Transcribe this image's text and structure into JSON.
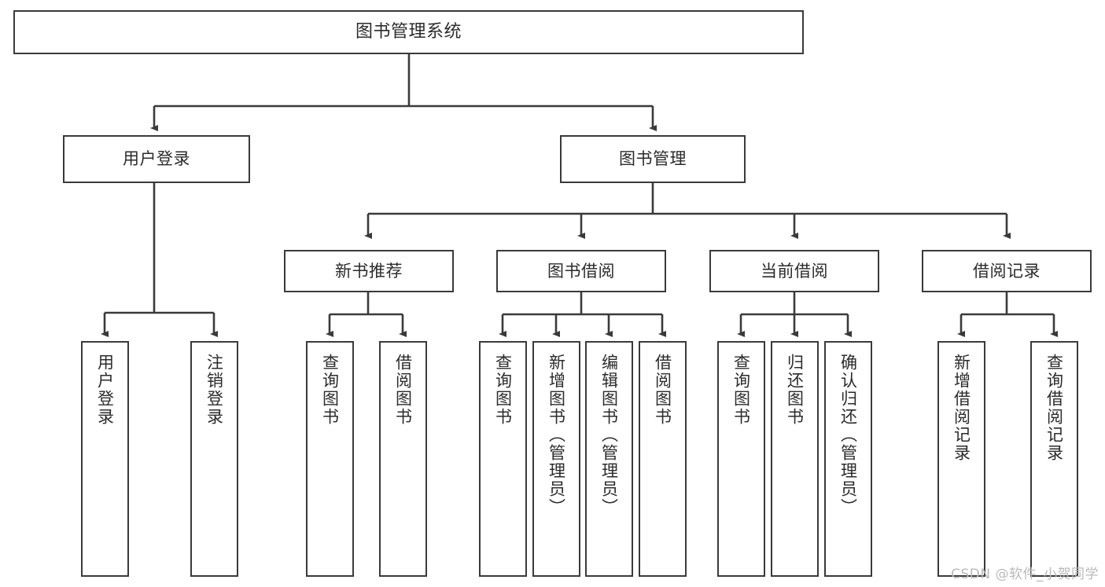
{
  "diagram": {
    "title": "图书管理系统",
    "watermark": "CSDN @软件_小贺同学",
    "line_color": "#3a3a3a",
    "box_fill": "#ffffff",
    "text_color": "#2b2b2b",
    "root": {
      "label": "图书管理系统"
    },
    "level2": [
      {
        "label": "用户登录"
      },
      {
        "label": "图书管理"
      }
    ],
    "level3": [
      {
        "label": "新书推荐"
      },
      {
        "label": "图书借阅"
      },
      {
        "label": "当前借阅"
      },
      {
        "label": "借阅记录"
      }
    ],
    "leaves": {
      "user_login": [
        {
          "label": "用户登录"
        },
        {
          "label": "注销登录"
        }
      ],
      "new_book_recommend": [
        {
          "label": "查询图书"
        },
        {
          "label": "借阅图书"
        }
      ],
      "book_borrow": [
        {
          "label": "查询图书"
        },
        {
          "label": "新增图书（管理员）"
        },
        {
          "label": "编辑图书（管理员）"
        },
        {
          "label": "借阅图书"
        }
      ],
      "current_borrow": [
        {
          "label": "查询图书"
        },
        {
          "label": "归还图书"
        },
        {
          "label": "确认归还（管理员）"
        }
      ],
      "borrow_record": [
        {
          "label": "新增借阅记录"
        },
        {
          "label": "查询借阅记录"
        }
      ]
    }
  }
}
